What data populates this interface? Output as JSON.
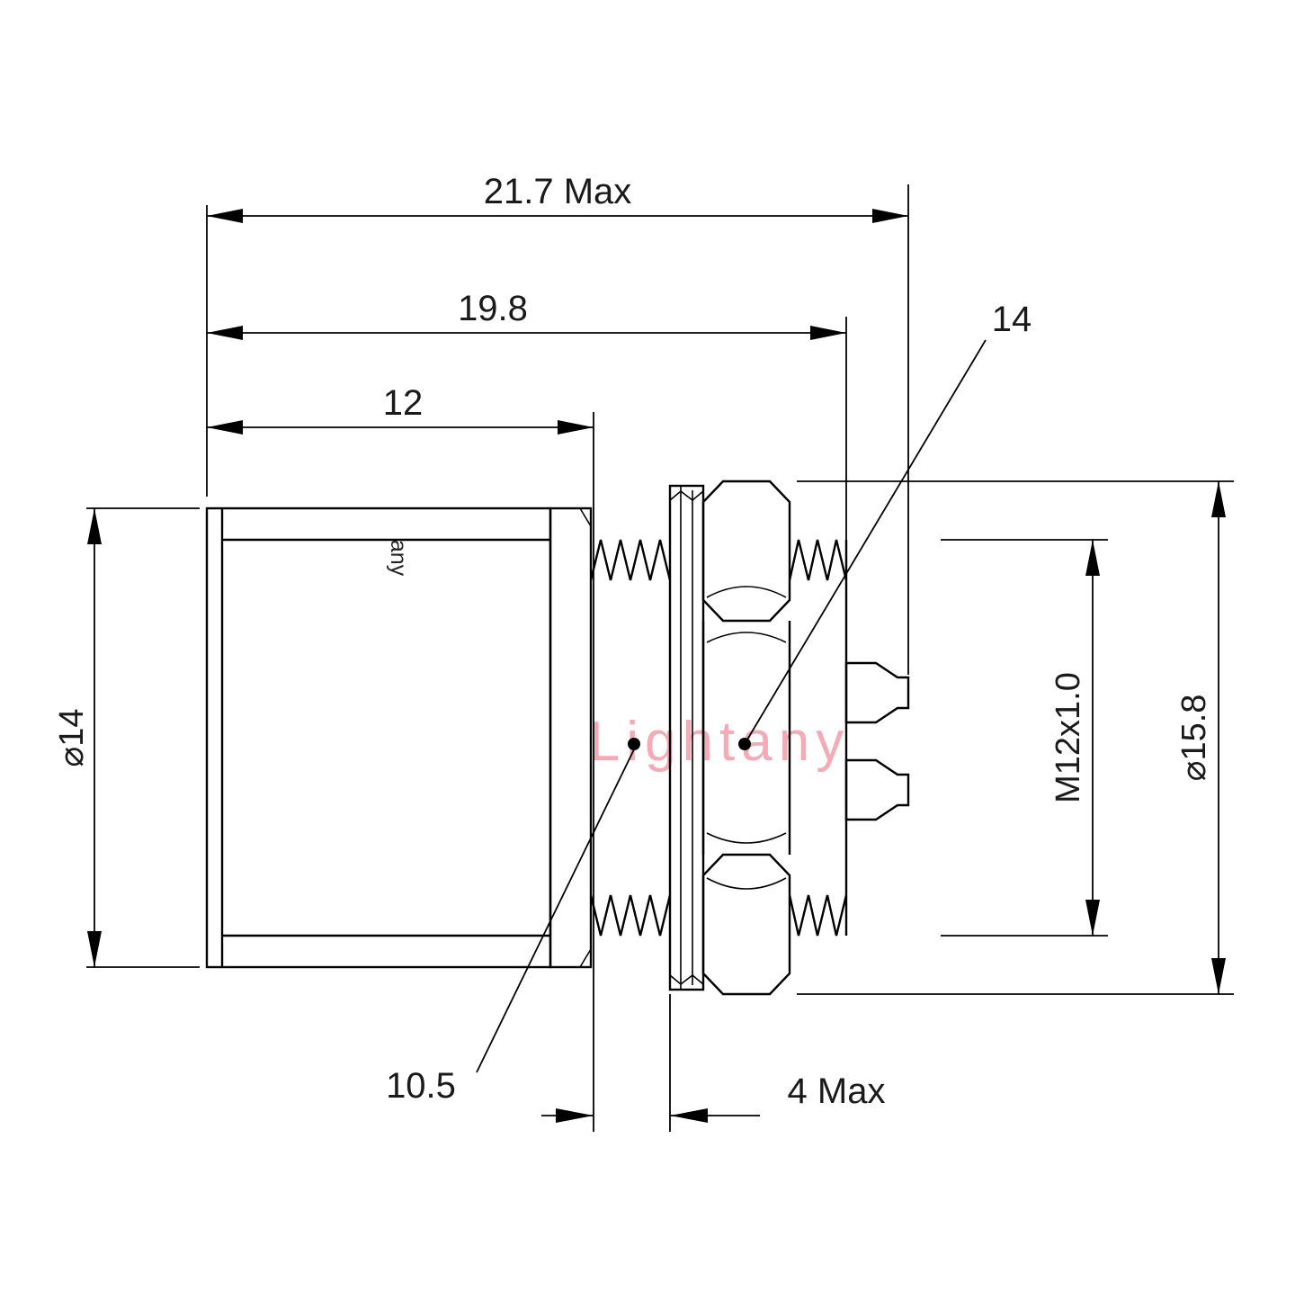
{
  "watermark": {
    "text": "Lightany",
    "color": "#f3acb6"
  },
  "body_marking": "any",
  "dimensions": {
    "overall_length": "21.7 Max",
    "length_to_nut": "19.8",
    "body_length": "12",
    "nut_width_across_flats": "14",
    "body_diameter": "⌀14",
    "thread_spec": "M12x1.0",
    "nut_diameter": "⌀15.8",
    "mounting_hole": "10.5",
    "panel_thickness": "4 Max"
  },
  "colors": {
    "line": "#000000",
    "text": "#1a1a1a",
    "background": "#ffffff"
  }
}
